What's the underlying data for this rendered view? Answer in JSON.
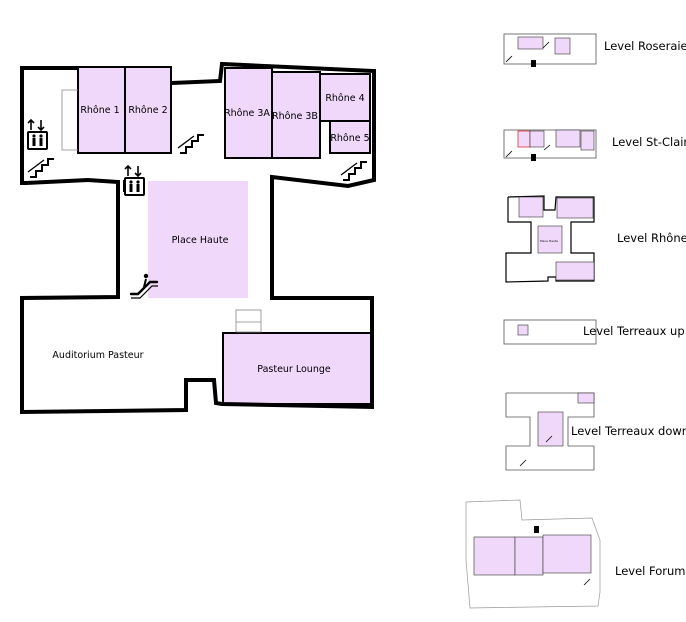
{
  "map": {
    "rooms": {
      "rhone1": "Rhône 1",
      "rhone2": "Rhône 2",
      "rhone3a": "Rhône 3A",
      "rhone3b": "Rhône 3B",
      "rhone4": "Rhône 4",
      "rhone5": "Rhône 5",
      "place_haute": "Place Haute",
      "auditorium": "Auditorium Pasteur",
      "pasteur_lounge": "Pasteur Lounge"
    },
    "icons": [
      "elevator-icon",
      "stairs-icon",
      "escalator-icon"
    ],
    "colors": {
      "room_fill": "#f0d8fb",
      "highlight": "#e0302f"
    }
  },
  "levels": [
    {
      "label": "Level Roseraie"
    },
    {
      "label": "Level St-Clair"
    },
    {
      "label": "Level Rhône"
    },
    {
      "label": "Level Terreaux up"
    },
    {
      "label": "Level Terreaux down"
    },
    {
      "label": "Level Forum"
    }
  ]
}
